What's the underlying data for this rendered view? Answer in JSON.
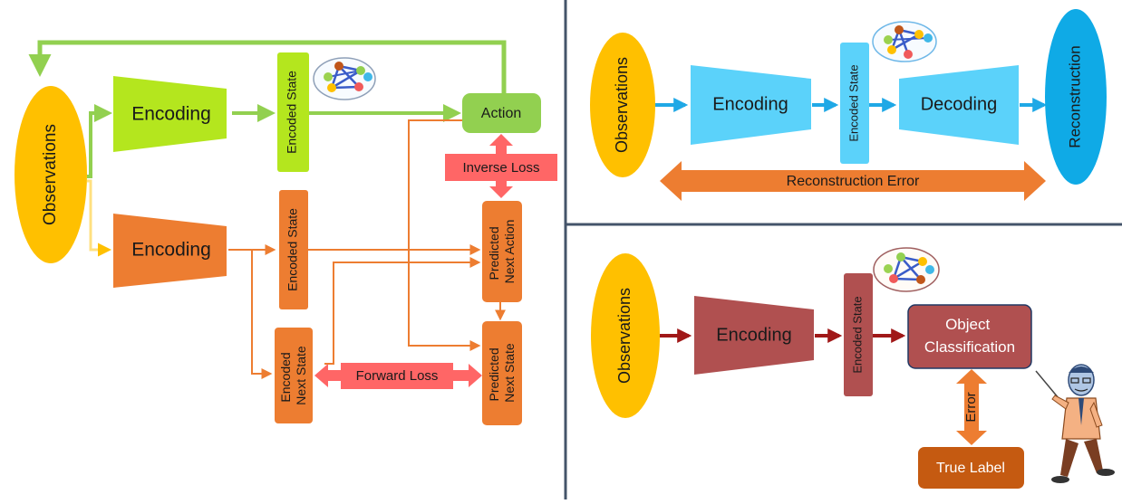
{
  "left_panel": {
    "observations": "Observations",
    "encoding_top": "Encoding",
    "encoded_state_top": "Encoded State",
    "action": "Action",
    "inverse_loss": "Inverse Loss",
    "encoding_bottom": "Encoding",
    "encoded_state_bottom": "Encoded State",
    "predicted_next_action": [
      "Predicted",
      "Next Action"
    ],
    "encoded_next_state": [
      "Encoded",
      "Next State"
    ],
    "forward_loss": "Forward Loss",
    "predicted_next_state": [
      "Predicted",
      "Next State"
    ]
  },
  "top_right_panel": {
    "observations": "Observations",
    "encoding": "Encoding",
    "encoded_state": "Encoded State",
    "decoding": "Decoding",
    "reconstruction": "Reconstruction",
    "reconstruction_error": "Reconstruction Error"
  },
  "bottom_right_panel": {
    "observations": "Observations",
    "encoding": "Encoding",
    "encoded_state": "Encoded State",
    "object_classification": [
      "Object",
      "Classification"
    ],
    "error": "Error",
    "true_label": "True Label"
  },
  "colors": {
    "green": "#92D050",
    "lime": "#B4E61E",
    "orange": "#ED7D31",
    "yellow": "#FFC000",
    "red_loss": "#FF6666",
    "cyan": "#5BD2FA",
    "blue_arrow": "#1FA8E6",
    "deep_blue": "#0FAAE6",
    "maroon": "#B05050",
    "dark_red_arrow": "#A01818",
    "divider": "#44546A"
  }
}
